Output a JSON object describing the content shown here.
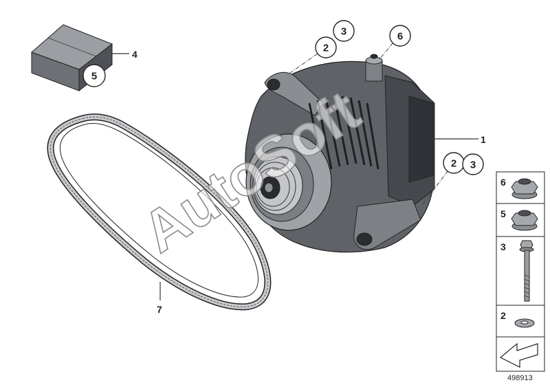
{
  "callouts": {
    "alternator": "1",
    "alternator_top_washer": "2",
    "alternator_top_bolt": "3",
    "alternator_bottom_washer": "2",
    "alternator_bottom_bolt": "3",
    "alternator_cable_nut": "6",
    "cover_cap_label": "4",
    "cover_cap_nut": "5",
    "belt_label": "7"
  },
  "parts_panel": {
    "nut_6": "6",
    "nut_5": "5",
    "bolt_3": "3",
    "washer_2": "2"
  },
  "watermark": "AutoSoft",
  "diagram_number": "498913",
  "colors": {
    "part_dark": "#4a4d52",
    "part_mid": "#7a7d82",
    "part_light": "#b9bcc0",
    "outline": "#222222"
  }
}
